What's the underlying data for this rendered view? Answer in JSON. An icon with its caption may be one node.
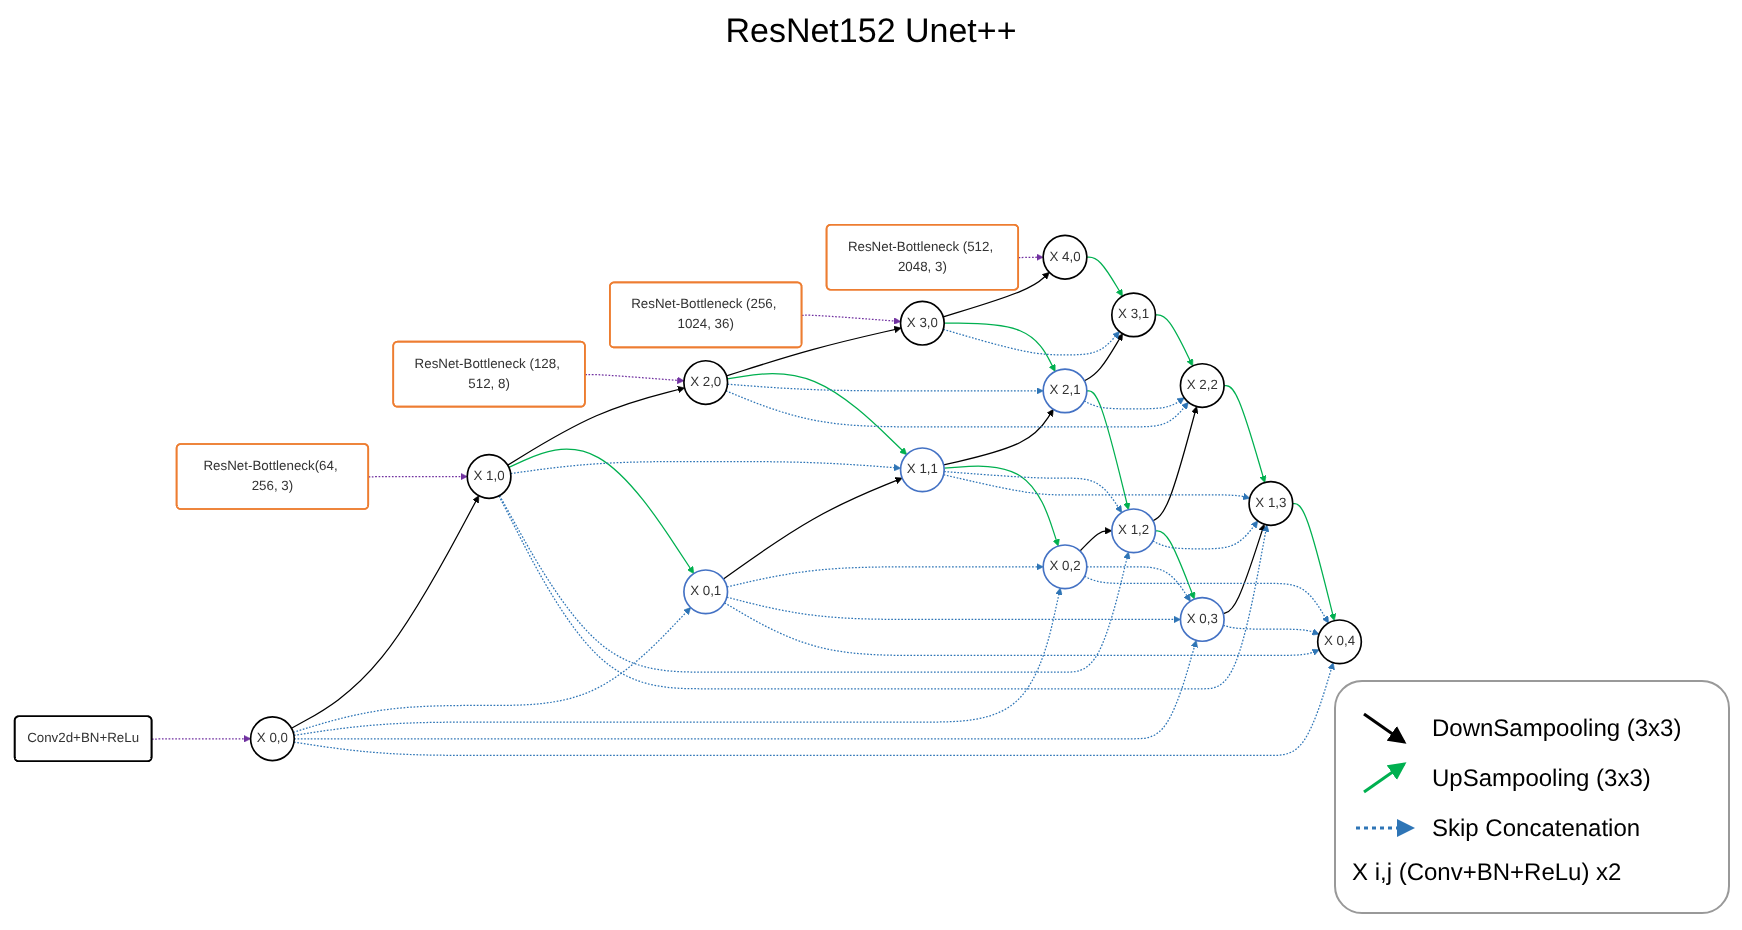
{
  "diagram": {
    "title": "ResNet152 Unet++",
    "nodes": [
      {
        "text": [
          "Conv2d+BN+ReLu"
        ]
      },
      {
        "text": [
          "ResNet-Bottleneck(64, 256, 3)"
        ]
      },
      {
        "text": [
          "ResNet-Bottleneck (128, 512, 8)"
        ]
      },
      {
        "text": [
          "ResNet-Bottleneck (256, 1024, 36)"
        ]
      },
      {
        "text": [
          "ResNet-Bottleneck (512, 2048, 3)"
        ]
      },
      {
        "text": [
          "X 0,0"
        ]
      },
      {
        "text": [
          "X 0,1"
        ]
      },
      {
        "text": [
          "X 0,2"
        ]
      },
      {
        "text": [
          "X 0,3"
        ]
      },
      {
        "text": [
          "X 0,4"
        ]
      },
      {
        "text": [
          "X 1,0"
        ]
      },
      {
        "text": [
          "X 1,1"
        ]
      },
      {
        "text": [
          "X 1,2"
        ]
      },
      {
        "text": [
          "X 1,3"
        ]
      },
      {
        "text": [
          "X 2,0"
        ]
      },
      {
        "text": [
          "X 2,1"
        ]
      },
      {
        "text": [
          "X 2,2"
        ]
      },
      {
        "text": [
          "X 3,0"
        ]
      },
      {
        "text": [
          "X 3,1"
        ]
      },
      {
        "text": [
          "X 4,0"
        ]
      }
    ],
    "edges": [
      {
        "from": 0,
        "to": 5,
        "arrow": "to",
        "style": "dashed",
        "color": "#7030a0"
      },
      {
        "from": 1,
        "to": 10,
        "arrow": "to",
        "style": "dashed",
        "color": "#7030a0"
      },
      {
        "from": 2,
        "to": 14,
        "arrow": "to",
        "style": "dashed",
        "color": "#7030a0"
      },
      {
        "from": 3,
        "to": 17,
        "arrow": "to",
        "style": "dashed",
        "color": "#7030a0"
      },
      {
        "from": 4,
        "to": 19,
        "arrow": "to",
        "style": "dashed",
        "color": "#7030a0"
      },
      {
        "from": 5,
        "to": 10,
        "arrow": "to",
        "color": "#000000"
      },
      {
        "from": 6,
        "to": 11,
        "arrow": "to",
        "color": "#000000"
      },
      {
        "from": 7,
        "to": 12,
        "arrow": "to",
        "color": "#000000"
      },
      {
        "from": 8,
        "to": 13,
        "arrow": "to",
        "color": "#000000"
      },
      {
        "from": 10,
        "to": 14,
        "arrow": "to",
        "color": "#000000"
      },
      {
        "from": 11,
        "to": 15,
        "arrow": "to",
        "color": "#000000"
      },
      {
        "from": 12,
        "to": 16,
        "arrow": "to",
        "color": "#000000"
      },
      {
        "from": 14,
        "to": 17,
        "arrow": "to",
        "color": "#000000"
      },
      {
        "from": 15,
        "to": 18,
        "arrow": "to",
        "color": "#000000"
      },
      {
        "from": 17,
        "to": 19,
        "arrow": "to",
        "color": "#000000"
      },
      {
        "from": 10,
        "to": 6,
        "arrow": "to",
        "color": "#00b050"
      },
      {
        "from": 11,
        "to": 7,
        "arrow": "to",
        "color": "#00b050"
      },
      {
        "from": 12,
        "to": 8,
        "arrow": "to",
        "color": "#00b050"
      },
      {
        "from": 13,
        "to": 9,
        "arrow": "to",
        "color": "#00b050"
      },
      {
        "from": 14,
        "to": 11,
        "arrow": "to",
        "color": "#00b050"
      },
      {
        "from": 15,
        "to": 12,
        "arrow": "to",
        "color": "#00b050"
      },
      {
        "from": 16,
        "to": 13,
        "arrow": "to",
        "color": "#00b050"
      },
      {
        "from": 17,
        "to": 15,
        "arrow": "to",
        "color": "#00b050"
      },
      {
        "from": 18,
        "to": 16,
        "arrow": "to",
        "color": "#00b050"
      },
      {
        "from": 19,
        "to": 18,
        "arrow": "to",
        "color": "#00b050"
      },
      {
        "from": 5,
        "to": 6,
        "arrow": "to",
        "style": "dashed"
      },
      {
        "from": 5,
        "to": 7,
        "arrow": "to",
        "style": "dashed"
      },
      {
        "from": 5,
        "to": 8,
        "arrow": "to",
        "style": "dashed"
      },
      {
        "from": 5,
        "to": 9,
        "arrow": "to",
        "style": "dashed"
      },
      {
        "from": 6,
        "to": 7,
        "arrow": "to",
        "style": "dashed"
      },
      {
        "from": 6,
        "to": 8,
        "arrow": "to",
        "style": "dashed"
      },
      {
        "from": 6,
        "to": 9,
        "arrow": "to",
        "style": "dashed"
      },
      {
        "from": 7,
        "to": 8,
        "arrow": "to",
        "style": "dashed"
      },
      {
        "from": 7,
        "to": 9,
        "arrow": "to",
        "style": "dashed"
      },
      {
        "from": 8,
        "to": 9,
        "arrow": "to",
        "style": "dashed"
      },
      {
        "from": 10,
        "to": 11,
        "arrow": "to",
        "style": "dashed"
      },
      {
        "from": 10,
        "to": 12,
        "arrow": "to",
        "style": "dashed"
      },
      {
        "from": 10,
        "to": 13,
        "arrow": "to",
        "style": "dashed"
      },
      {
        "from": 11,
        "to": 12,
        "arrow": "to",
        "style": "dashed"
      },
      {
        "from": 11,
        "to": 13,
        "arrow": "to",
        "style": "dashed"
      },
      {
        "from": 12,
        "to": 13,
        "arrow": "to",
        "style": "dashed"
      },
      {
        "from": 14,
        "to": 15,
        "arrow": "to",
        "style": "dashed"
      },
      {
        "from": 14,
        "to": 16,
        "arrow": "to",
        "style": "dashed"
      },
      {
        "from": 15,
        "to": 16,
        "arrow": "to",
        "style": "dashed"
      },
      {
        "from": 17,
        "to": 18,
        "arrow": "to",
        "style": "dashed"
      }
    ],
    "legend": [
      {
        "text": "DownSampooling (3x3)"
      },
      {
        "text": "UpSampooling (3x3)"
      },
      {
        "text": "Skip Concatenation"
      },
      {
        "text": "X i,j (Conv+BN+ReLu) x2"
      }
    ]
  }
}
